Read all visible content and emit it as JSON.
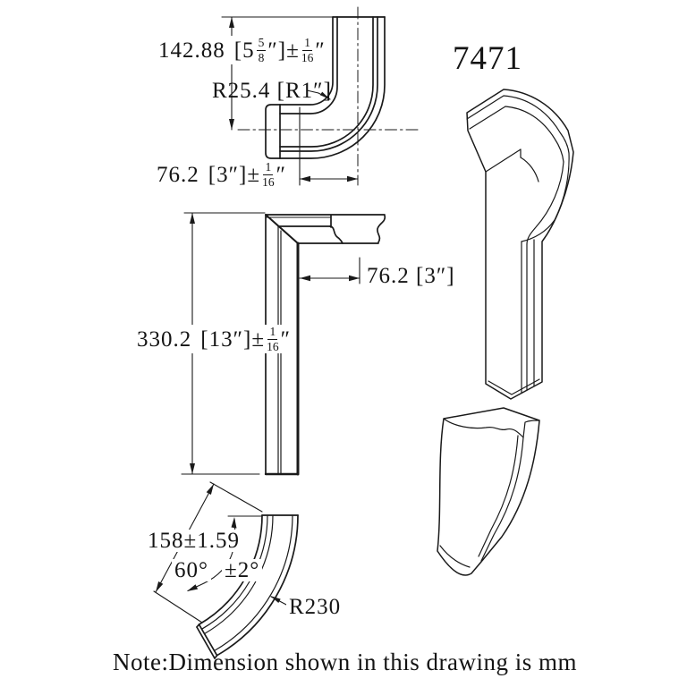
{
  "part_number": "7471",
  "note": "Note:Dimension shown in this drawing is mm",
  "colors": {
    "line": "#1a1a1a",
    "background": "#ffffff"
  },
  "dims": {
    "plan_height": {
      "mm": "142.88",
      "bracket_open": "[5",
      "frac_num": "5",
      "frac_den": "8",
      "bracket_close": "″]",
      "pm": "±",
      "tol_num": "1",
      "tol_den": "16",
      "unit": "″"
    },
    "plan_inner_radius": "R25.4 [R1″]",
    "plan_width": {
      "mm": "76.2",
      "bracket": "[3″]",
      "pm": "±",
      "tol_num": "1",
      "tol_den": "16",
      "unit": "″"
    },
    "front_height": {
      "mm": "330.2",
      "bracket": "[13″]",
      "pm": "±",
      "tol_num": "1",
      "tol_den": "16",
      "unit": "″"
    },
    "front_width": "76.2 [3″]",
    "arc_chord": "158±1.59",
    "arc_angle": "60°",
    "arc_angle_tol": "±2°",
    "arc_radius": "R230"
  }
}
